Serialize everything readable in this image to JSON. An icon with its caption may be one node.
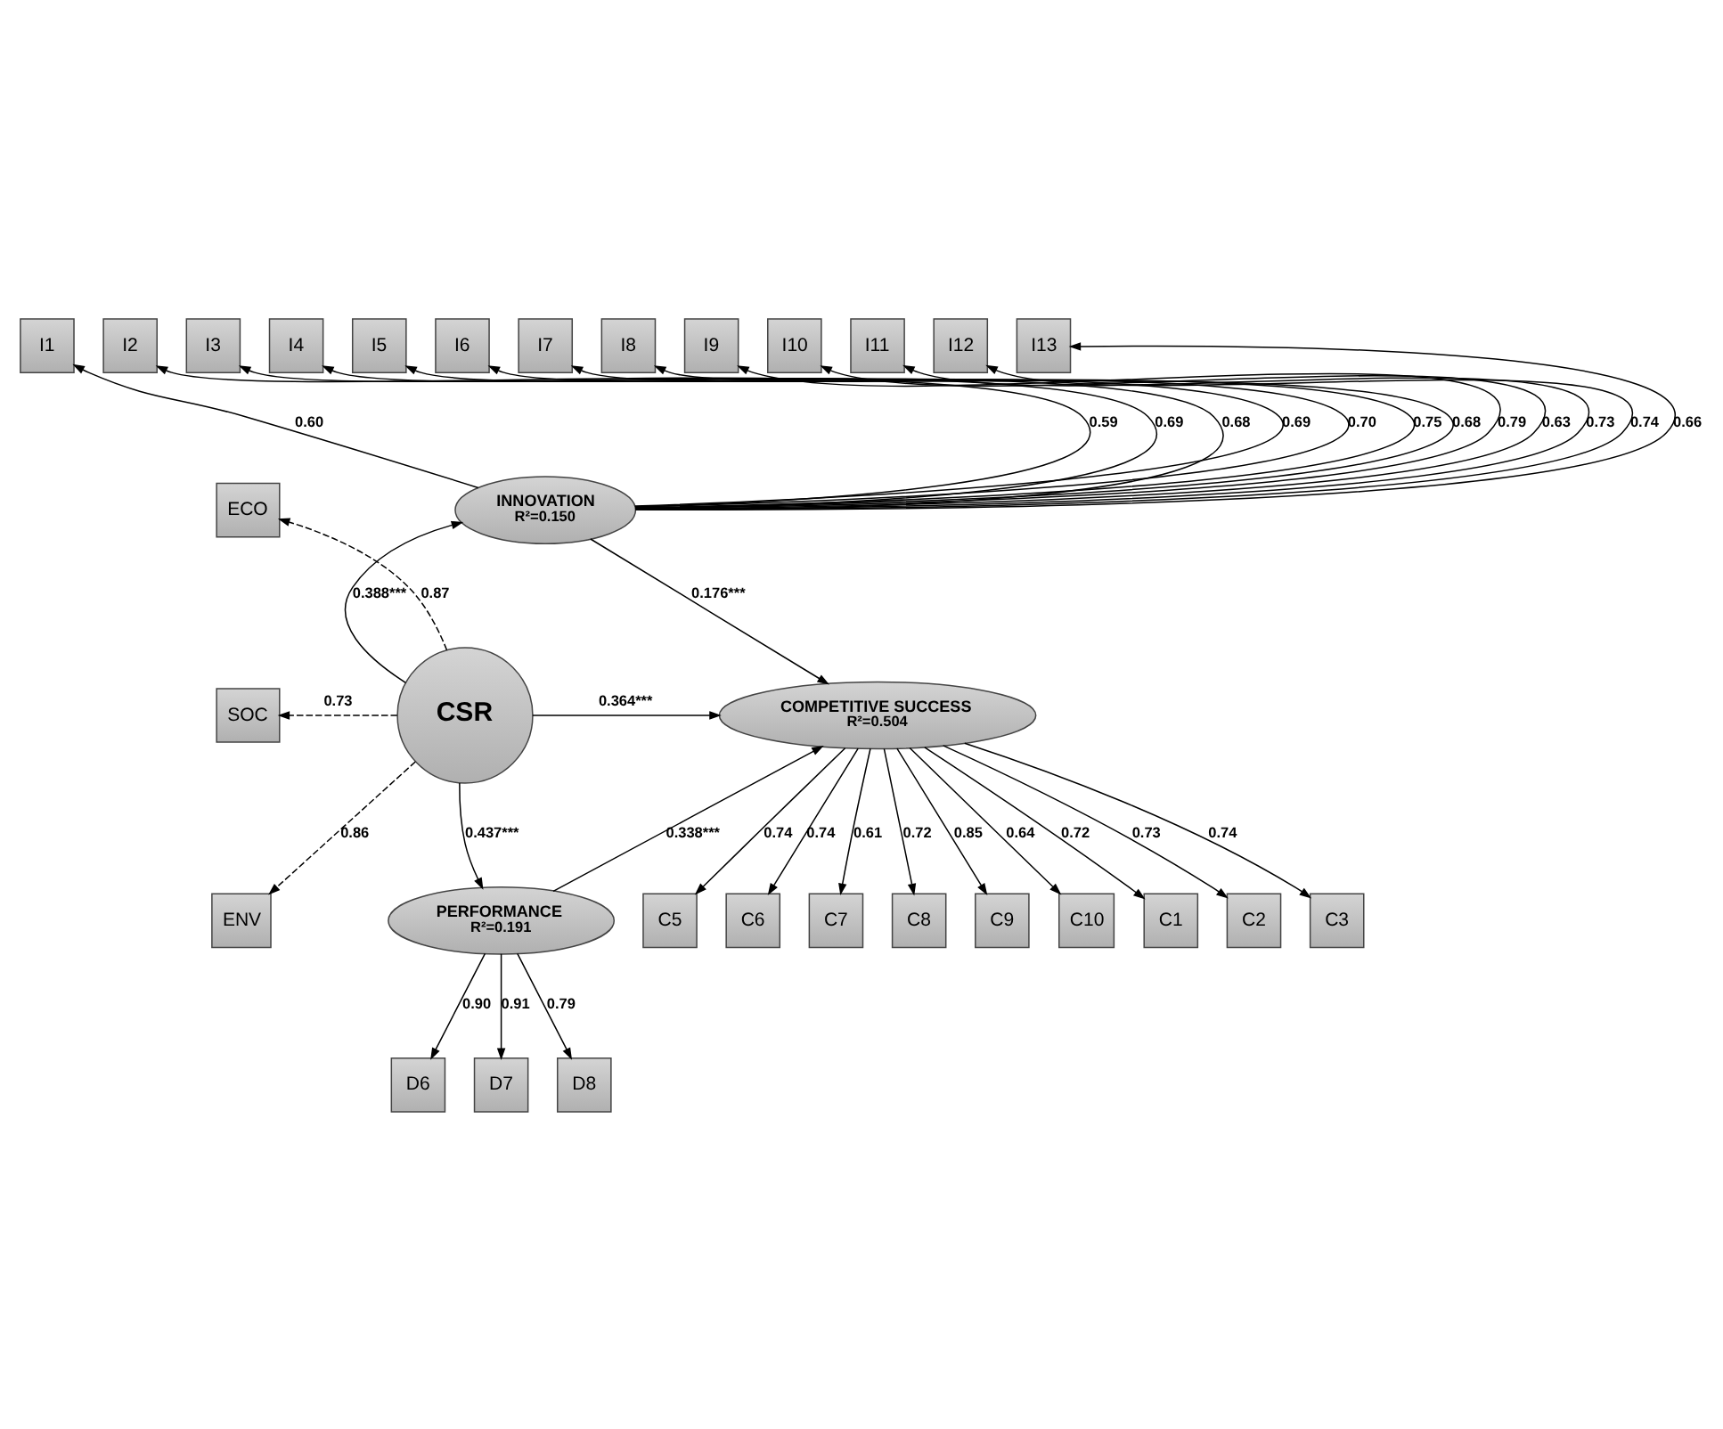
{
  "diagram": {
    "nodes": [
      {
        "text": [
          "I1"
        ]
      },
      {
        "text": [
          "I2"
        ]
      },
      {
        "text": [
          "I3"
        ]
      },
      {
        "text": [
          "I4"
        ]
      },
      {
        "text": [
          "I5"
        ]
      },
      {
        "text": [
          "I6"
        ]
      },
      {
        "text": [
          "I7"
        ]
      },
      {
        "text": [
          "I8"
        ]
      },
      {
        "text": [
          "I9"
        ]
      },
      {
        "text": [
          "I10"
        ]
      },
      {
        "text": [
          "I11"
        ]
      },
      {
        "text": [
          "I12"
        ]
      },
      {
        "text": [
          "I13"
        ]
      },
      {
        "text": [
          "INNOVATION",
          "R²=0.150"
        ]
      },
      {
        "text": [
          "CSR"
        ]
      },
      {
        "text": [
          "ECO"
        ]
      },
      {
        "text": [
          "SOC"
        ]
      },
      {
        "text": [
          "ENV"
        ]
      },
      {
        "text": [
          "COMPETITIVE SUCCESS",
          "R²=0.504"
        ]
      },
      {
        "text": [
          "PERFORMANCE",
          "R²=0.191"
        ]
      },
      {
        "text": [
          "C1"
        ]
      },
      {
        "text": [
          "C2"
        ]
      },
      {
        "text": [
          "C3"
        ]
      },
      {
        "text": [
          "C5"
        ]
      },
      {
        "text": [
          "C6"
        ]
      },
      {
        "text": [
          "C7"
        ]
      },
      {
        "text": [
          "C8"
        ]
      },
      {
        "text": [
          "C9"
        ]
      },
      {
        "text": [
          "C10"
        ]
      },
      {
        "text": [
          "D6"
        ]
      },
      {
        "text": [
          "D7"
        ]
      },
      {
        "text": [
          "D8"
        ]
      }
    ],
    "edges": [
      {
        "from": 13,
        "to": 0,
        "arrow": "to",
        "label": "0.60"
      },
      {
        "from": 13,
        "to": 1,
        "arrow": "to",
        "label": "0.59"
      },
      {
        "from": 13,
        "to": 2,
        "arrow": "to",
        "label": "0.69"
      },
      {
        "from": 13,
        "to": 3,
        "arrow": "to",
        "label": "0.68"
      },
      {
        "from": 13,
        "to": 4,
        "arrow": "to",
        "label": "0.69"
      },
      {
        "from": 13,
        "to": 5,
        "arrow": "to",
        "label": "0.70"
      },
      {
        "from": 13,
        "to": 6,
        "arrow": "to",
        "label": "0.75"
      },
      {
        "from": 13,
        "to": 7,
        "arrow": "to",
        "label": "0.68"
      },
      {
        "from": 13,
        "to": 8,
        "arrow": "to",
        "label": "0.79"
      },
      {
        "from": 13,
        "to": 9,
        "arrow": "to",
        "label": "0.63"
      },
      {
        "from": 13,
        "to": 10,
        "arrow": "to",
        "label": "0.73"
      },
      {
        "from": 13,
        "to": 11,
        "arrow": "to",
        "label": "0.74"
      },
      {
        "from": 13,
        "to": 12,
        "arrow": "to",
        "label": "0.66"
      },
      {
        "from": 14,
        "to": 15,
        "arrow": "to",
        "label": "0.87",
        "style": "dashed"
      },
      {
        "from": 14,
        "to": 16,
        "arrow": "to",
        "label": "0.73",
        "style": "dashed"
      },
      {
        "from": 14,
        "to": 17,
        "arrow": "to",
        "label": "0.86",
        "style": "dashed"
      },
      {
        "from": 14,
        "to": 13,
        "arrow": "to",
        "label": "0.388***"
      },
      {
        "from": 14,
        "to": 18,
        "arrow": "to",
        "label": "0.364***"
      },
      {
        "from": 14,
        "to": 19,
        "arrow": "to",
        "label": "0.437***"
      },
      {
        "from": 13,
        "to": 18,
        "arrow": "to",
        "label": "0.176***"
      },
      {
        "from": 19,
        "to": 18,
        "arrow": "to",
        "label": "0.338***"
      },
      {
        "from": 18,
        "to": 20,
        "arrow": "to",
        "label": "0.72"
      },
      {
        "from": 18,
        "to": 21,
        "arrow": "to",
        "label": "0.73"
      },
      {
        "from": 18,
        "to": 22,
        "arrow": "to",
        "label": "0.74"
      },
      {
        "from": 18,
        "to": 23,
        "arrow": "to",
        "label": "0.74"
      },
      {
        "from": 18,
        "to": 24,
        "arrow": "to",
        "label": "0.74"
      },
      {
        "from": 18,
        "to": 25,
        "arrow": "to",
        "label": "0.61"
      },
      {
        "from": 18,
        "to": 26,
        "arrow": "to",
        "label": "0.72"
      },
      {
        "from": 18,
        "to": 27,
        "arrow": "to",
        "label": "0.85"
      },
      {
        "from": 18,
        "to": 28,
        "arrow": "to",
        "label": "0.64"
      },
      {
        "from": 19,
        "to": 29,
        "arrow": "to",
        "label": "0.90"
      },
      {
        "from": 19,
        "to": 30,
        "arrow": "to",
        "label": "0.91"
      },
      {
        "from": 19,
        "to": 31,
        "arrow": "to",
        "label": "0.79"
      }
    ]
  }
}
